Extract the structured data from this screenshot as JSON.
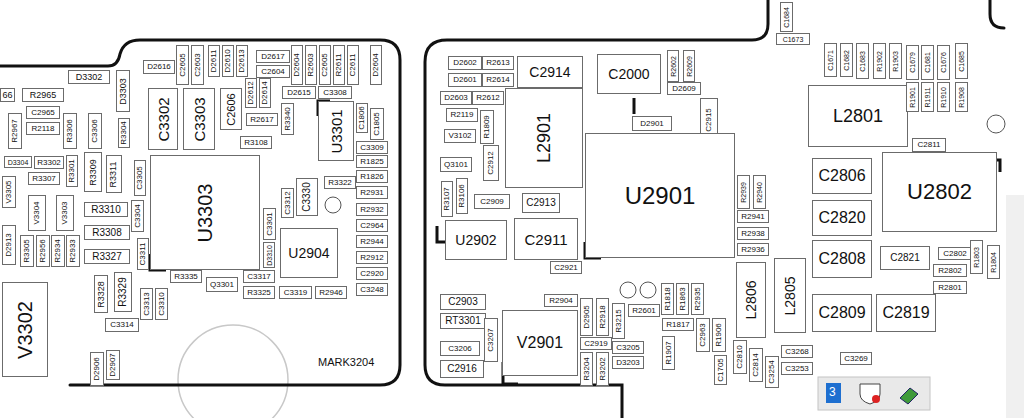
{
  "diagram": {
    "nodes": [
      {
        "text": [
          "66"
        ]
      },
      {
        "text": [
          "R2965"
        ]
      },
      {
        "text": [
          "D3302"
        ]
      },
      {
        "text": [
          "D3303"
        ]
      },
      {
        "text": [
          "D2616"
        ]
      },
      {
        "text": [
          "C2605"
        ]
      },
      {
        "text": [
          "C2603"
        ]
      },
      {
        "text": [
          "D2611"
        ]
      },
      {
        "text": [
          "D2610"
        ]
      },
      {
        "text": [
          "D2613"
        ]
      },
      {
        "text": [
          "D2617"
        ]
      },
      {
        "text": [
          "C2604"
        ]
      },
      {
        "text": [
          "D2604"
        ]
      },
      {
        "text": [
          "R2603"
        ]
      },
      {
        "text": [
          "C2605"
        ]
      },
      {
        "text": [
          "R2611"
        ]
      },
      {
        "text": [
          "C2611"
        ]
      },
      {
        "text": [
          "D2604"
        ]
      },
      {
        "text": [
          "C3302"
        ]
      },
      {
        "text": [
          "C3303"
        ]
      },
      {
        "text": [
          "C2606"
        ]
      },
      {
        "text": [
          "D2612"
        ]
      },
      {
        "text": [
          "D2614"
        ]
      },
      {
        "text": [
          "D2615"
        ]
      },
      {
        "text": [
          "R2617"
        ]
      },
      {
        "text": [
          "R3340"
        ]
      },
      {
        "text": [
          "C3308"
        ]
      },
      {
        "text": [
          "U3301"
        ]
      },
      {
        "text": [
          "C1806"
        ]
      },
      {
        "text": [
          "C1805"
        ]
      },
      {
        "text": [
          "R3108"
        ]
      },
      {
        "text": [
          "C3309"
        ]
      },
      {
        "text": [
          "R1825"
        ]
      },
      {
        "text": [
          "R1826"
        ]
      },
      {
        "text": [
          "R2931"
        ]
      },
      {
        "text": [
          "R2932"
        ]
      },
      {
        "text": [
          "C2964"
        ]
      },
      {
        "text": [
          "R2944"
        ]
      },
      {
        "text": [
          "R2912"
        ]
      },
      {
        "text": [
          "C2920"
        ]
      },
      {
        "text": [
          "C3248"
        ]
      },
      {
        "text": [
          "R3322"
        ]
      },
      {
        "text": [
          "C3330"
        ]
      },
      {
        "text": [
          "C3312"
        ]
      },
      {
        "text": [
          "C3301"
        ]
      },
      {
        "text": [
          "D3310"
        ]
      },
      {
        "text": [
          "U2904"
        ]
      },
      {
        "text": [
          "R2946"
        ]
      },
      {
        "text": [
          "C3319"
        ]
      },
      {
        "text": [
          "R3325"
        ]
      },
      {
        "text": [
          "C3317"
        ]
      },
      {
        "text": [
          "Q3301"
        ]
      },
      {
        "text": [
          "R3335"
        ]
      },
      {
        "text": [
          "U3303"
        ]
      },
      {
        "text": [
          "C3311"
        ]
      },
      {
        "text": [
          "C3310"
        ]
      },
      {
        "text": [
          "C3313"
        ]
      },
      {
        "text": [
          "R3304"
        ]
      },
      {
        "text": [
          "C3306"
        ]
      },
      {
        "text": [
          "R3306"
        ]
      },
      {
        "text": [
          "R2967"
        ]
      },
      {
        "text": [
          "C2965"
        ]
      },
      {
        "text": [
          "R2118"
        ]
      },
      {
        "text": [
          "D3304"
        ]
      },
      {
        "text": [
          "R3302"
        ]
      },
      {
        "text": [
          "R3307"
        ]
      },
      {
        "text": [
          "R3301"
        ]
      },
      {
        "text": [
          "R3309"
        ]
      },
      {
        "text": [
          "R3311"
        ]
      },
      {
        "text": [
          "C3305"
        ]
      },
      {
        "text": [
          "V3305"
        ]
      },
      {
        "text": [
          "V3304"
        ]
      },
      {
        "text": [
          "V3303"
        ]
      },
      {
        "text": [
          "R3310"
        ]
      },
      {
        "text": [
          "C3304"
        ]
      },
      {
        "text": [
          "R3308"
        ]
      },
      {
        "text": [
          "R3327"
        ]
      },
      {
        "text": [
          "D2913"
        ]
      },
      {
        "text": [
          "R3305"
        ]
      },
      {
        "text": [
          "R2956"
        ]
      },
      {
        "text": [
          "R2934"
        ]
      },
      {
        "text": [
          "R2933"
        ]
      },
      {
        "text": [
          "R3328"
        ]
      },
      {
        "text": [
          "R3329"
        ]
      },
      {
        "text": [
          "C3314"
        ]
      },
      {
        "text": [
          "V3302"
        ]
      },
      {
        "text": [
          "D2906"
        ]
      },
      {
        "text": [
          "D2907"
        ]
      },
      {
        "text": [
          "D2602"
        ]
      },
      {
        "text": [
          "R2613"
        ]
      },
      {
        "text": [
          "D2601"
        ]
      },
      {
        "text": [
          "R2614"
        ]
      },
      {
        "text": [
          "D2603"
        ]
      },
      {
        "text": [
          "R2612"
        ]
      },
      {
        "text": [
          "R2119"
        ]
      },
      {
        "text": [
          "R1809"
        ]
      },
      {
        "text": [
          "V3102"
        ]
      },
      {
        "text": [
          "C2912"
        ]
      },
      {
        "text": [
          "Q3101"
        ]
      },
      {
        "text": [
          "R3106"
        ]
      },
      {
        "text": [
          "R3107"
        ]
      },
      {
        "text": [
          "U2902"
        ]
      },
      {
        "text": [
          "C2909"
        ]
      },
      {
        "text": [
          "C2913"
        ]
      },
      {
        "text": [
          "C2911"
        ]
      },
      {
        "text": [
          "C2921"
        ]
      },
      {
        "text": [
          "L2901"
        ]
      },
      {
        "text": [
          "C2914"
        ]
      },
      {
        "text": [
          "C2000"
        ]
      },
      {
        "text": [
          "R2602"
        ]
      },
      {
        "text": [
          "R2609"
        ]
      },
      {
        "text": [
          "D2609"
        ]
      },
      {
        "text": [
          "D2901"
        ]
      },
      {
        "text": [
          "C2915"
        ]
      },
      {
        "text": [
          "U2901"
        ]
      },
      {
        "text": [
          "R2939"
        ]
      },
      {
        "text": [
          "R2940"
        ]
      },
      {
        "text": [
          "R2941"
        ]
      },
      {
        "text": [
          "R2938"
        ]
      },
      {
        "text": [
          "R2936"
        ]
      },
      {
        "text": [
          "L2806"
        ]
      },
      {
        "text": [
          "L2805"
        ]
      },
      {
        "text": [
          "C2903"
        ]
      },
      {
        "text": [
          "RT3301"
        ]
      },
      {
        "text": [
          "C3206"
        ]
      },
      {
        "text": [
          "C3207"
        ]
      },
      {
        "text": [
          "C2916"
        ]
      },
      {
        "text": [
          "V2901"
        ]
      },
      {
        "text": [
          "R2904"
        ]
      },
      {
        "text": [
          "D2905"
        ]
      },
      {
        "text": [
          "R2918"
        ]
      },
      {
        "text": [
          "C2919"
        ]
      },
      {
        "text": [
          "R3204"
        ]
      },
      {
        "text": [
          "R3202"
        ]
      },
      {
        "text": [
          "R3215"
        ]
      },
      {
        "text": [
          "R1818"
        ]
      },
      {
        "text": [
          "R1863"
        ]
      },
      {
        "text": [
          "R2601"
        ]
      },
      {
        "text": [
          "R2935"
        ]
      },
      {
        "text": [
          "R1817"
        ]
      },
      {
        "text": [
          "C2963"
        ]
      },
      {
        "text": [
          "R1906"
        ]
      },
      {
        "text": [
          "C3205"
        ]
      },
      {
        "text": [
          "D3203"
        ]
      },
      {
        "text": [
          "R1907"
        ]
      },
      {
        "text": [
          "C1705"
        ]
      },
      {
        "text": [
          "C2810"
        ]
      },
      {
        "text": [
          "C2814"
        ]
      },
      {
        "text": [
          "C3254"
        ]
      },
      {
        "text": [
          "C3268"
        ]
      },
      {
        "text": [
          "C3253"
        ]
      },
      {
        "text": [
          "C3269"
        ]
      },
      {
        "text": [
          "C2809"
        ]
      },
      {
        "text": [
          "C2819"
        ]
      },
      {
        "text": [
          "C2808"
        ]
      },
      {
        "text": [
          "C2821"
        ]
      },
      {
        "text": [
          "C2820"
        ]
      },
      {
        "text": [
          "C2806"
        ]
      },
      {
        "text": [
          "U2802"
        ]
      },
      {
        "text": [
          "L2801"
        ]
      },
      {
        "text": [
          "C2811"
        ]
      },
      {
        "text": [
          "C2802"
        ]
      },
      {
        "text": [
          "R2802"
        ]
      },
      {
        "text": [
          "R2801"
        ]
      },
      {
        "text": [
          "R1803"
        ]
      },
      {
        "text": [
          "R1804"
        ]
      },
      {
        "text": [
          "C1671"
        ]
      },
      {
        "text": [
          "C1682"
        ]
      },
      {
        "text": [
          "C1683"
        ]
      },
      {
        "text": [
          "R1902"
        ]
      },
      {
        "text": [
          "R1903"
        ]
      },
      {
        "text": [
          "C1679"
        ]
      },
      {
        "text": [
          "C1681"
        ]
      },
      {
        "text": [
          "C1676"
        ]
      },
      {
        "text": [
          "C1685"
        ]
      },
      {
        "text": [
          "R1901"
        ]
      },
      {
        "text": [
          "R1911"
        ]
      },
      {
        "text": [
          "R1910"
        ]
      },
      {
        "text": [
          "R1908"
        ]
      },
      {
        "text": [
          "C1684"
        ]
      },
      {
        "text": [
          "C1673"
        ]
      }
    ],
    "labels": [
      "MARK3204",
      "3"
    ]
  }
}
